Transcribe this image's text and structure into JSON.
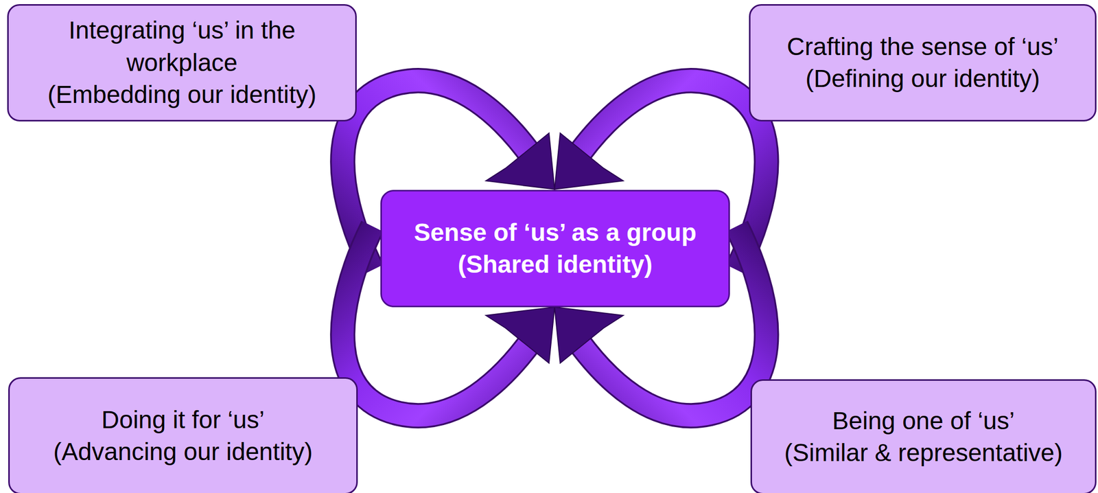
{
  "diagram": {
    "nodes": [
      {
        "text": [
          "Integrating ‘us’ in the workplace",
          "(Embedding our identity)"
        ]
      },
      {
        "text": [
          "Crafting the sense of ‘us’",
          "(Defining our identity)"
        ]
      },
      {
        "text": [
          "Sense of ‘us’ as a group",
          "(Shared identity)"
        ]
      },
      {
        "text": [
          "Doing it for ‘us’",
          "(Advancing our identity)"
        ]
      },
      {
        "text": [
          "Being one of ‘us’",
          "(Similar & representative)"
        ]
      }
    ]
  }
}
